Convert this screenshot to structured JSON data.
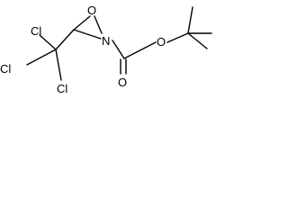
{
  "molecule": {
    "atoms": {
      "o_ring": "O",
      "n_ring": "N",
      "cl_top": "Cl",
      "cl_left": "Cl",
      "cl_right": "Cl",
      "o_ester": "O",
      "o_carbonyl": "O"
    }
  }
}
